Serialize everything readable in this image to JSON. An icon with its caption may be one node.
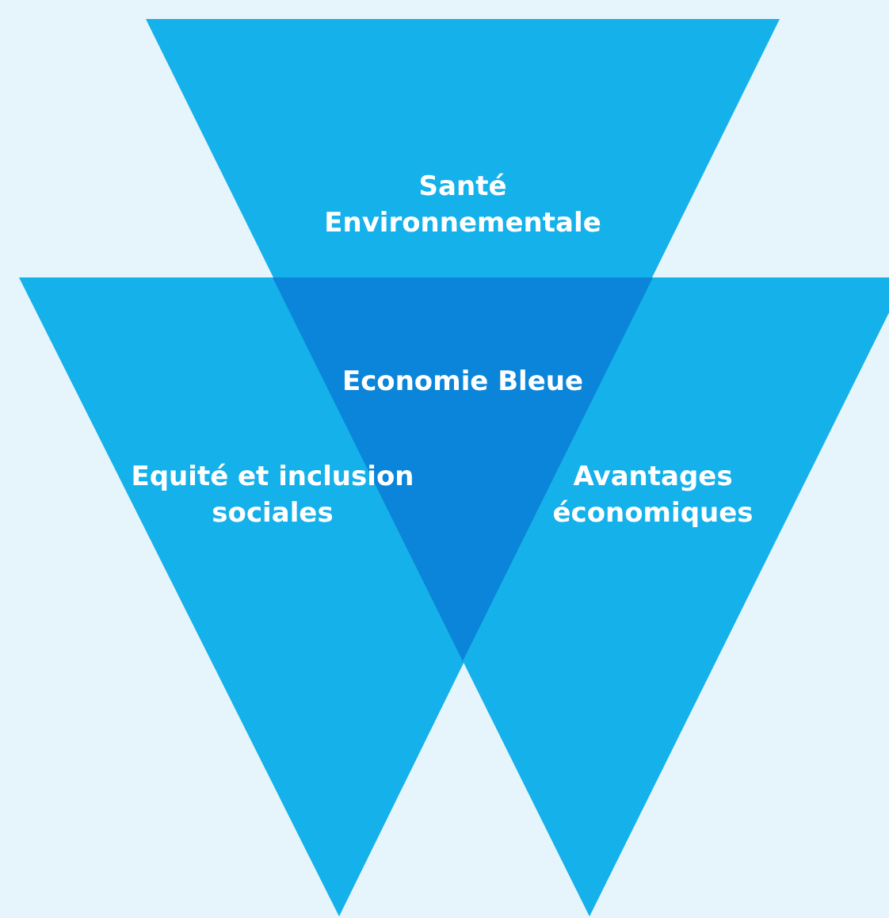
{
  "diagram": {
    "nodes": [
      {
        "text": [
          "Santé Environnementale"
        ]
      },
      {
        "text": [
          "Equité et inclusion sociales"
        ]
      },
      {
        "text": [
          "Avantages économiques"
        ]
      },
      {
        "text": [
          "Economie Bleue"
        ]
      }
    ]
  }
}
